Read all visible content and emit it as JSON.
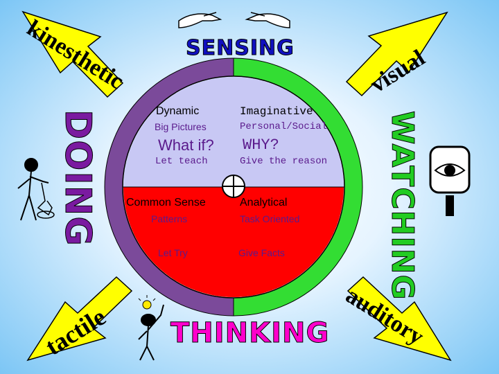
{
  "headings": {
    "top": "SENSING",
    "bottom": "THINKING",
    "left": "DOING",
    "right": "WATCHING"
  },
  "corners": {
    "top_left": "kinesthetic",
    "top_right": "visual",
    "bottom_left": "tactile",
    "bottom_right": "auditory"
  },
  "upper_left": {
    "line1": "Dynamic",
    "line2": "Big Pictures",
    "line3": "What if?",
    "line4": "Let teach"
  },
  "upper_right": {
    "line1": "Imaginative",
    "line2": "Personal/Social",
    "line3": "WHY?",
    "line4": "Give the reason"
  },
  "lower_left": {
    "line1": "Common Sense",
    "line2": "Patterns",
    "line3": "Let Try"
  },
  "lower_right": {
    "line1": "Analytical",
    "line2": "Task Oriented",
    "line3": "Give Facts"
  },
  "colors": {
    "top_fill": "#c8c8f4",
    "bottom_fill": "#ff0000",
    "left_ring": "#7b4a9a",
    "right_ring": "#33dd33",
    "arrow_fill": "#ffff00",
    "heading_blue": "#1010c0",
    "heading_purple": "#7a1aa0",
    "heading_green": "#22cc22",
    "heading_pink": "#ff00cc"
  },
  "icons": [
    "hands-touching-icon",
    "eye-icon",
    "person-icon",
    "thinker-icon"
  ]
}
